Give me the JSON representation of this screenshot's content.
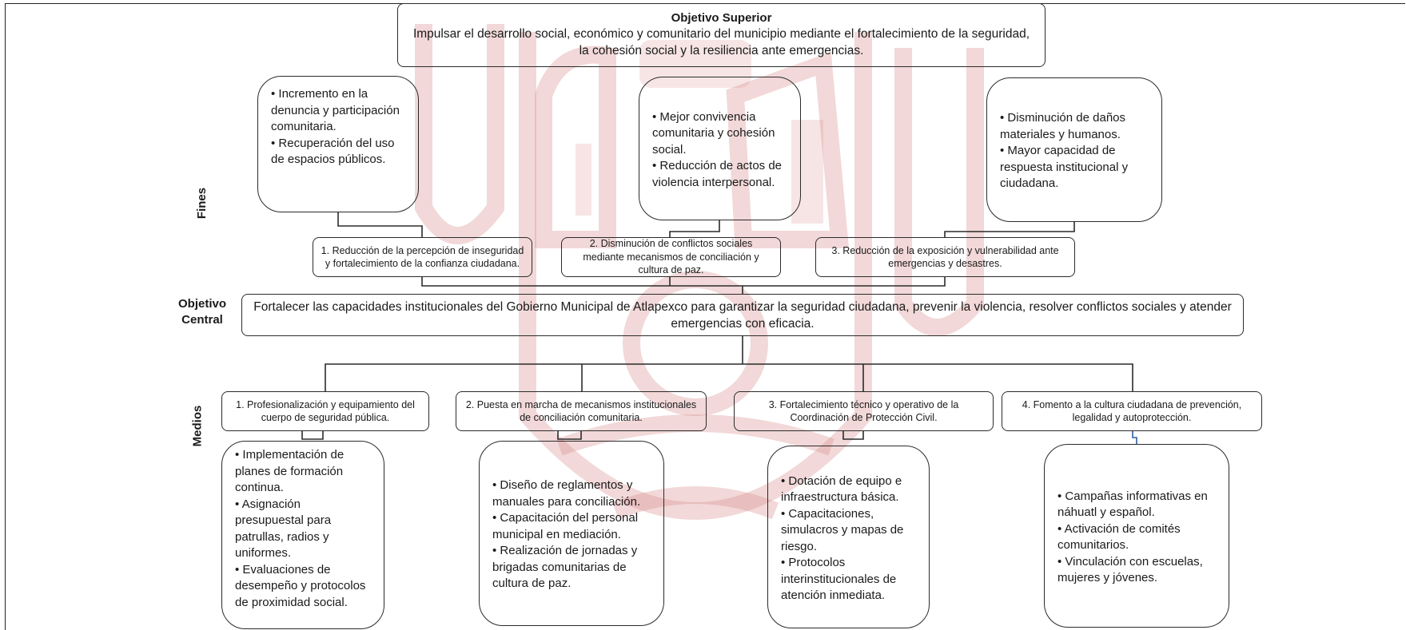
{
  "labels": {
    "fines": "Fines",
    "objetivo_central": "Objetivo\nCentral",
    "medios": "Medios"
  },
  "objetivo_superior": {
    "title": "Objetivo Superior",
    "text": "Impulsar el desarrollo social, económico y comunitario del municipio mediante el fortalecimiento de la seguridad, la cohesión social y la resiliencia ante emergencias."
  },
  "fines": [
    {
      "items": [
        "Incremento en la denuncia y participación comunitaria.",
        "Recuperación del uso de espacios públicos."
      ]
    },
    {
      "items": [
        "Mejor convivencia comunitaria y cohesión social.",
        "Reducción de actos de violencia interpersonal."
      ]
    },
    {
      "items": [
        "Disminución de daños materiales y humanos.",
        "Mayor capacidad de respuesta institucional y ciudadana."
      ]
    }
  ],
  "fines_intermedios": [
    "1. Reducción de la percepción de inseguridad y fortalecimiento de la confianza ciudadana.",
    "2. Disminución de conflictos sociales mediante mecanismos de conciliación y cultura de paz.",
    "3. Reducción de la exposición y vulnerabilidad ante emergencias y desastres."
  ],
  "objetivo_central": "Fortalecer las capacidades institucionales del Gobierno Municipal de Atlapexco para garantizar la seguridad ciudadana, prevenir la violencia, resolver conflictos sociales y atender emergencias con eficacia.",
  "medios": [
    "1. Profesionalización y equipamiento del cuerpo de seguridad pública.",
    "2. Puesta en marcha de mecanismos institucionales de conciliación comunitaria.",
    "3. Fortalecimiento técnico y operativo de la Coordinación de Protección Civil.",
    "4. Fomento a la cultura ciudadana de prevención, legalidad y autoprotección."
  ],
  "acciones": [
    {
      "items": [
        "Implementación de planes de formación continua.",
        "Asignación presupuestal para patrullas, radios y uniformes.",
        "Evaluaciones de desempeño y protocolos de proximidad social."
      ]
    },
    {
      "items": [
        "Diseño de reglamentos y manuales para conciliación.",
        "Capacitación del personal municipal en mediación.",
        "Realización de jornadas y brigadas comunitarias de cultura de paz."
      ]
    },
    {
      "items": [
        "Dotación de equipo e infraestructura básica.",
        "Capacitaciones, simulacros y mapas de riesgo.",
        "Protocolos interinstitucionales de atención inmediata."
      ]
    },
    {
      "items": [
        "Campañas informativas en náhuatl y español.",
        "Activación de comités comunitarios.",
        "Vinculación con escuelas, mujeres y jóvenes."
      ]
    }
  ],
  "colors": {
    "watermark": "#d98a8a",
    "border": "#2b2b2b",
    "accent_line": "#2f5fa0"
  }
}
